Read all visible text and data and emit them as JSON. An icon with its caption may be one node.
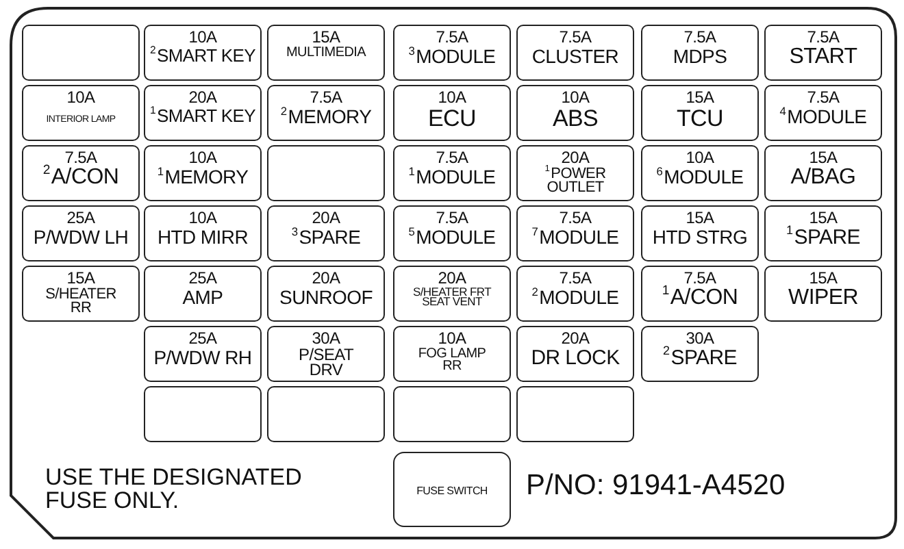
{
  "diagram": {
    "nodes": [
      {
        "text": [
          "USE THE DESIGNATED FUSE ONLY.",
          "P/NO: 91941-A4520"
        ]
      },
      {
        "text": [],
        "shape": "box",
        "in": 0
      },
      {
        "text": [
          "10A",
          "$^{2}$SMART KEY"
        ],
        "in": 0
      },
      {
        "text": [
          "15A",
          "MULTIMEDIA"
        ],
        "in": 0
      },
      {
        "text": [
          "7.5A",
          "$^{3}$MODULE"
        ],
        "in": 0
      },
      {
        "text": [
          "7.5A",
          "CLUSTER"
        ],
        "in": 0
      },
      {
        "text": [
          "7.5A",
          "MDPS"
        ],
        "in": 0
      },
      {
        "text": [
          "7.5A",
          "START"
        ],
        "in": 0
      },
      {
        "text": [
          "10A",
          "INTERIOR LAMP"
        ],
        "in": 0
      },
      {
        "text": [
          "20A",
          "$^{1}$SMART KEY"
        ],
        "in": 0
      },
      {
        "text": [
          "7.5A",
          "$^{2}$MEMORY"
        ],
        "in": 0
      },
      {
        "text": [
          "10A",
          "ECU"
        ],
        "in": 0
      },
      {
        "text": [
          "10A",
          "ABS"
        ],
        "in": 0
      },
      {
        "text": [
          "15A",
          "TCU"
        ],
        "in": 0
      },
      {
        "text": [
          "7.5A",
          "$^{4}$MODULE"
        ],
        "in": 0
      },
      {
        "text": [
          "7.5A",
          "$^{2}$A/CON"
        ],
        "in": 0
      },
      {
        "text": [
          "10A",
          "$^{1}$MEMORY"
        ],
        "in": 0
      },
      {
        "text": [],
        "shape": "box",
        "in": 0
      },
      {
        "text": [
          "7.5A",
          "$^{1}$MODULE"
        ],
        "in": 0
      },
      {
        "text": [
          "20A",
          "$^{1}$POWER OUTLET"
        ],
        "in": 0
      },
      {
        "text": [
          "10A",
          "$^{6}$MODULE"
        ],
        "in": 0
      },
      {
        "text": [
          "15A",
          "A/BAG"
        ],
        "in": 0
      },
      {
        "text": [
          "25A",
          "P/WDW LH"
        ],
        "in": 0
      },
      {
        "text": [
          "10A",
          "HTD MIRR"
        ],
        "in": 0
      },
      {
        "text": [
          "20A",
          "$^{3}$SPARE"
        ],
        "in": 0
      },
      {
        "text": [
          "7.5A",
          "$^{5}$MODULE"
        ],
        "in": 0
      },
      {
        "text": [
          "7.5A",
          "$^{7}$MODULE"
        ],
        "in": 0
      },
      {
        "text": [
          "15A",
          "HTD STRG"
        ],
        "in": 0
      },
      {
        "text": [
          "15A",
          "$^{1}$SPARE"
        ],
        "in": 0
      },
      {
        "text": [
          "15A",
          "S/HEATER RR"
        ],
        "in": 0
      },
      {
        "text": [
          "25A",
          "AMP"
        ],
        "in": 0
      },
      {
        "text": [
          "20A",
          "SUNROOF"
        ],
        "in": 0
      },
      {
        "text": [
          "20A",
          "S/HEATER FRT SEAT VENT"
        ],
        "in": 0
      },
      {
        "text": [
          "7.5A",
          "$^{2}$MODULE"
        ],
        "in": 0
      },
      {
        "text": [
          "7.5A",
          "$^{1}$A/CON"
        ],
        "in": 0
      },
      {
        "text": [
          "15A",
          "WIPER"
        ],
        "in": 0
      },
      {
        "text": [
          "25A",
          "P/WDW RH"
        ],
        "in": 0
      },
      {
        "text": [
          "30A",
          "P/SEAT DRV"
        ],
        "in": 0
      },
      {
        "text": [
          "10A",
          "FOG LAMP RR"
        ],
        "in": 0
      },
      {
        "text": [
          "20A",
          "DR LOCK"
        ],
        "in": 0
      },
      {
        "text": [
          "30A",
          "$^{2}$SPARE"
        ],
        "in": 0
      },
      {
        "text": [],
        "shape": "box",
        "in": 0
      },
      {
        "text": [],
        "shape": "box",
        "in": 0
      },
      {
        "text": [],
        "shape": "box",
        "in": 0
      },
      {
        "text": [],
        "shape": "box",
        "in": 0
      },
      {
        "text": [
          "FUSE SWITCH"
        ],
        "in": 0
      }
    ]
  }
}
